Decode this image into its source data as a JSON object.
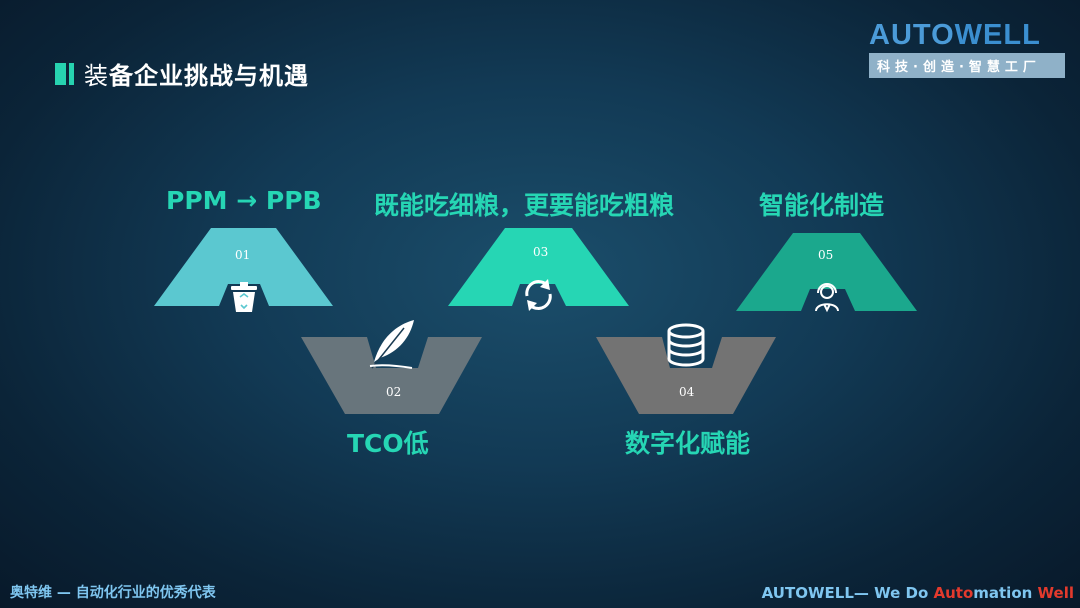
{
  "header": {
    "title_first": "装",
    "title_rest": "备企业挑战与机遇"
  },
  "logo": {
    "name_a": "AUTO",
    "name_b": "WELL",
    "tagline": "科技·创造·智慧工厂"
  },
  "steps": [
    {
      "num": "01",
      "label": "PPM → PPB",
      "icon": "trash-can-icon",
      "color": "#5bc8d0"
    },
    {
      "num": "02",
      "label": "TCO低",
      "icon": "feather-icon",
      "color": "#68757c"
    },
    {
      "num": "03",
      "label": "既能吃细粮，更要能吃粗粮",
      "icon": "refresh-icon",
      "color": "#26d6b4"
    },
    {
      "num": "04",
      "label": "数字化赋能",
      "icon": "database-icon",
      "color": "#737373"
    },
    {
      "num": "05",
      "label": "智能化制造",
      "icon": "user-headset-icon",
      "color": "#1ba88d"
    }
  ],
  "footer": {
    "left": "奥特维 — 自动化行业的优秀代表",
    "right_a": "AUTOWELL— We Do ",
    "right_b": "Auto",
    "right_c": "mation ",
    "right_d": "Well"
  }
}
